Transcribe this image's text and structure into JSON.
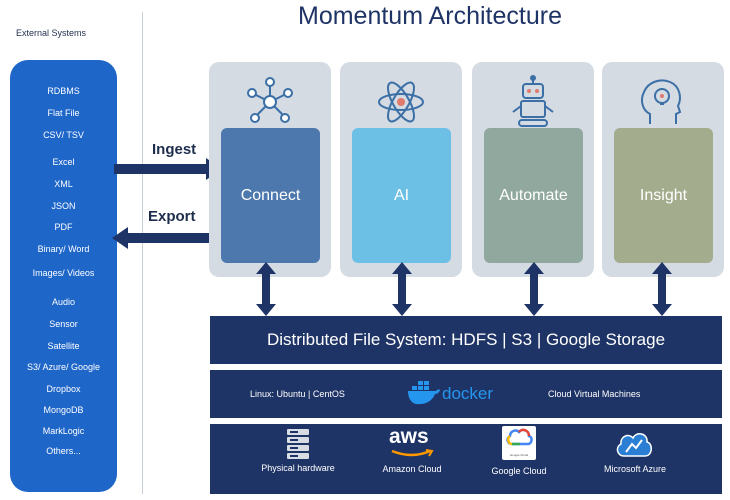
{
  "title": "Momentum Architecture",
  "external": {
    "title": "External Systems",
    "items": [
      "RDBMS",
      "Flat File",
      "CSV/ TSV",
      "Excel",
      "XML",
      "JSON",
      "PDF",
      "Binary/ Word",
      "Images/ Videos",
      "Audio",
      "Sensor",
      "Satellite",
      "S3/ Azure/ Google",
      "Dropbox",
      "MongoDB",
      "MarkLogic",
      "Others..."
    ]
  },
  "flows": {
    "ingest": "Ingest",
    "export": "Export"
  },
  "components": [
    {
      "label": "Connect",
      "icon": "network-nodes-icon",
      "color": "#4d78ad"
    },
    {
      "label": "AI",
      "icon": "atom-icon",
      "color": "#6cc0e6"
    },
    {
      "label": "Automate",
      "icon": "robot-icon",
      "color": "#90a89e"
    },
    {
      "label": "Insight",
      "icon": "head-lightbulb-icon",
      "color": "#a3ad8e"
    }
  ],
  "layers": {
    "dfs": "Distributed File System: HDFS | S3 | Google Storage",
    "os": "Linux: Ubuntu | CentOS",
    "docker": "docker",
    "cloud_vm": "Cloud Virtual Machines"
  },
  "infrastructure": [
    {
      "label": "Physical hardware",
      "icon": "server-rack-icon"
    },
    {
      "label": "Amazon Cloud",
      "icon": "aws-logo-icon",
      "logo_text": "aws"
    },
    {
      "label": "Google Cloud",
      "icon": "google-cloud-icon",
      "logo_text": "Google Cloud"
    },
    {
      "label": "Microsoft Azure",
      "icon": "azure-cloud-icon"
    }
  ],
  "colors": {
    "navy": "#1f3466",
    "ext_blue": "#1f66c9",
    "column_bg": "#d4dbe3"
  }
}
